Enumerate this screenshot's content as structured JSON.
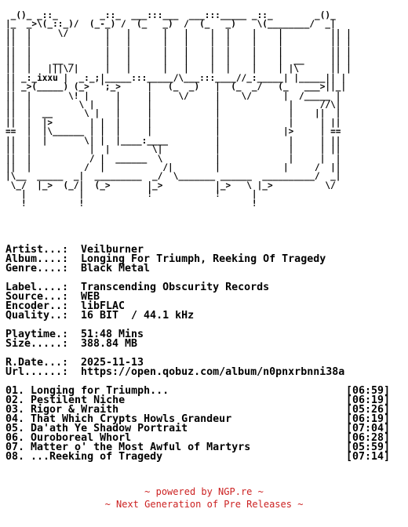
{
  "banner": {
    "art": " _()_ _::_        _::_  ___:::___  ___:::_____ _::_        _()_\n|_  _>\\(_::_)/  (_-_) /  (_   _)  /  (_   _)    \\(________/  _|\n||  |     \\/       |   |      |   |    |  |    |    |         || |\n||  |              |   |      |   |    |  |    |    |         || |\n||  |              |   |      |   |    |  |    |    |         || |\n||  |    __ _      |   |      |   |    |  |    |    |  __     || |\n||  |   |||\\/|     |   |      |   |    |  |    |    | |\\      || |\n|| _:_ixxu |  _:_;|_____:::_____/\\___:::____//_:_____| |_____|| |\n|| _>(_____) (_>  ';_>     |   (_  _)   |  (_  _/   (_   ___>||_|\n||  |       \\! |     |     |     \\/     |    \\/      |  /_____ |\n||  |         \\ |    |     |            |             |     //\\|\n||  |  __      \\ |   |     |            |             |    ||  |\n||  |  |>       | |  |     |            |             |     | ||\n==  |  |\\______ | |  |     |            |            |>     | ==\n||  |  |       \\| |  |____:____         |             |     | ||\n||  |           |  |        \\|          |             |     | ||\n||  |           / |  ______  \\          |             |     |  |\n||  |          /  |           /|        |            |     /  ||\n|\\__  _____  _|  _________  _/  \\_______ ______  __________/  _|\n \\_/  |_>  (_/|  (_>       |_>          |_>   \\ |_>          \\/\n   |          |            !            !      |\n   !          !                                !"
  },
  "info": {
    "artist_label": "Artist...:",
    "artist": "Veilburner",
    "album_label": "Album....:",
    "album": "Longing For Triumph, Reeking Of Tragedy",
    "genre_label": "Genre....:",
    "genre": "Black Metal",
    "label_label": "Label....:",
    "label": "Transcending Obscurity Records",
    "source_label": "Source...:",
    "source": "WEB",
    "encoder_label": "Encoder..:",
    "encoder": "libFLAC",
    "quality_label": "Quality..:",
    "quality": "16 BIT  / 44.1 kHz",
    "playtime_label": "Playtime.:",
    "playtime": "51:48 Mins",
    "size_label": "Size.....:",
    "size": "388.84 MB",
    "rdate_label": "R.Date...:",
    "rdate": "2025-11-13",
    "url_label": "Url......:",
    "url": "https://open.qobuz.com/album/n0pnxrbnni38a"
  },
  "tracks": [
    {
      "title": "01. Longing for Triumph...",
      "time": "[06:59]"
    },
    {
      "title": "02. Pestilent Niche",
      "time": "[06:19]"
    },
    {
      "title": "03. Rigor & Wraith",
      "time": "[05:26]"
    },
    {
      "title": "04. That Which Crypts Howls Grandeur",
      "time": "[06:19]"
    },
    {
      "title": "05. Da'ath Ye Shadow Portrait",
      "time": "[07:04]"
    },
    {
      "title": "06. Ouroboreal Whorl",
      "time": "[06:28]"
    },
    {
      "title": "07. Matter o' the Most Awful of Martyrs",
      "time": "[05:59]"
    },
    {
      "title": "08. ...Reeking of Tragedy",
      "time": "[07:14]"
    }
  ],
  "footer": {
    "line1": "~ powered by NGP.re ~",
    "line2": "~ Next Generation of Pre Releases ~"
  },
  "colors": {
    "text": "#000000",
    "footer": "#cc2222",
    "background": "#ffffff"
  }
}
